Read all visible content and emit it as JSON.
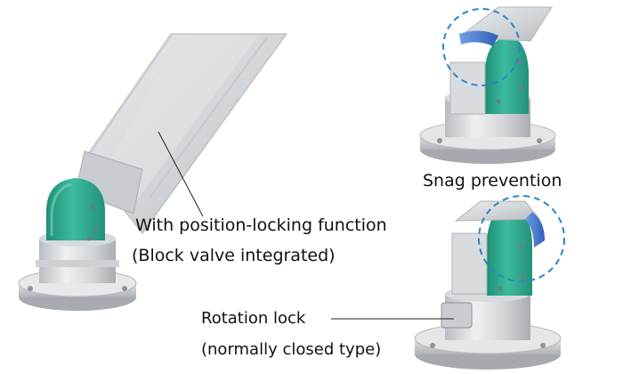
{
  "labels": {
    "position_lock_line1": "With position-locking function",
    "position_lock_line2": "(Block valve integrated)",
    "snag_prevention": "Snag prevention",
    "rotation_lock_line1": "Rotation lock",
    "rotation_lock_line2": "(normally closed type)"
  },
  "colors": {
    "cover_green": "#2fa98e",
    "metal_light": "#e6e8ea",
    "metal_mid": "#c3c7cb",
    "metal_dark": "#9ea3a8",
    "highlight_blue": "#2f6fd0",
    "dashed_circle": "#2a86c8",
    "leader_line": "#222222"
  }
}
